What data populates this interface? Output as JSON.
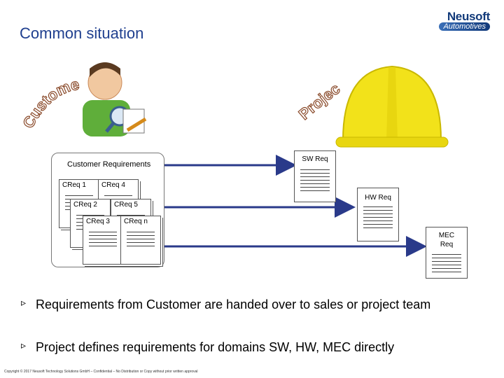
{
  "slide": {
    "title": "Common situation",
    "logo": {
      "line1": "Neusoft",
      "line2": "Automotives"
    },
    "customer_label": "Customer",
    "project_label": "Project",
    "customer_requirements": {
      "title": "Customer Requirements",
      "docs": [
        "CReq 1",
        "CReq 4",
        "CReq 2",
        "CReq 5",
        "CReq 3",
        "CReq n"
      ]
    },
    "targets": {
      "sw": "SW Req",
      "hw": "HW Req",
      "mec_line1": "MEC",
      "mec_line2": "Req"
    },
    "bullets": [
      "Requirements from Customer are handed over to sales or project team",
      "Project defines requirements for domains SW, HW, MEC directly"
    ],
    "footer": "Copyright © 2017 Neusoft Technology Solutions GmbH – Confidential – No Distribution or Copy without prior written approval"
  },
  "colors": {
    "title": "#1f3f8f",
    "arrow": "#2a3a8a",
    "helmet": "#f2e21a",
    "person": "#5fae3a"
  },
  "icons": [
    "user-edit-icon",
    "hard-hat-icon",
    "bullet-icon"
  ]
}
